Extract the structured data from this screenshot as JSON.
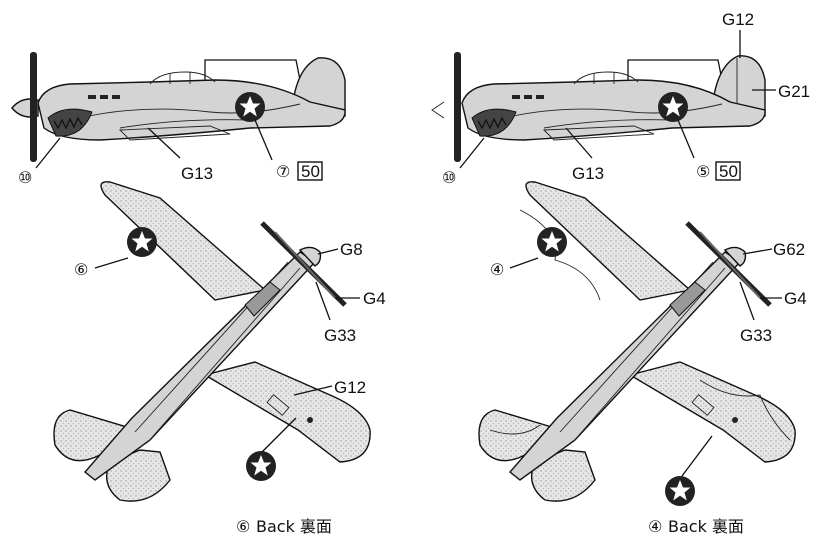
{
  "colors": {
    "ink": "#111111",
    "paper": "#ffffff",
    "camo": "#d4d4d4",
    "roundel": "#222222"
  },
  "left_plane": {
    "side_view": {
      "callout_exhaust": "⑩",
      "callout_fuselage": "G13",
      "callout_marking": "⑦",
      "code_box": "50"
    },
    "top_view": {
      "callout_wing_marking": "⑥",
      "callout_spinner": "G8",
      "callout_prop_tip": "G4",
      "callout_prop": "G33",
      "callout_wing_panel": "G12"
    },
    "caption_number": "⑥",
    "caption_text": "Back 裏面"
  },
  "right_plane": {
    "side_view": {
      "callout_tail_top": "G12",
      "callout_tail": "G21",
      "callout_exhaust": "⑩",
      "callout_fuselage": "G13",
      "callout_marking": "⑤",
      "code_box": "50"
    },
    "top_view": {
      "callout_wing_marking": "④",
      "callout_spinner": "G62",
      "callout_prop_tip": "G4",
      "callout_prop": "G33"
    },
    "caption_number": "④",
    "caption_text": "Back 裏面"
  },
  "icons": [
    "star-roundel-icon",
    "propeller-icon",
    "shark-mouth-icon"
  ]
}
